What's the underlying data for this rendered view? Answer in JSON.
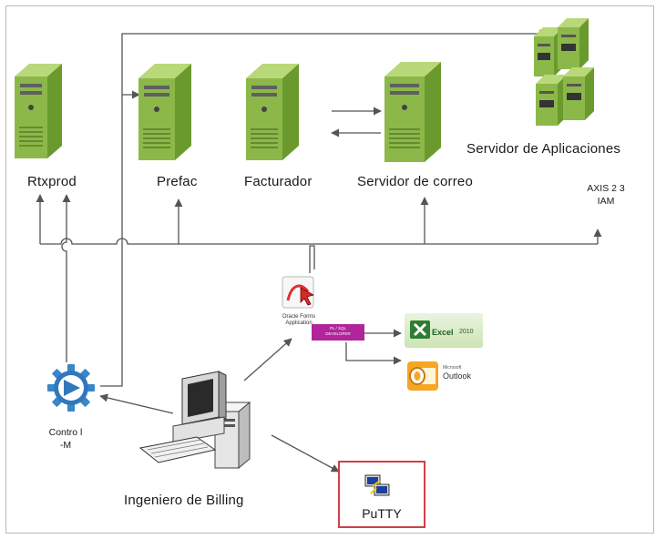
{
  "servers": {
    "rtxprod": "Rtxprod",
    "prefac": "Prefac",
    "facturador": "Facturador",
    "correo": "Servidor de correo",
    "aplicaciones": "Servidor de Aplicaciones"
  },
  "axis_note": {
    "line1": "AXIS 2 3",
    "line2": "IAM"
  },
  "control_m": {
    "line1": "Contro l",
    "line2": "-M"
  },
  "engineer": "Ingeniero de Billing",
  "oracle_forms": {
    "line1": "Oracle Forms",
    "line2": "Application"
  },
  "plsql": {
    "line1": "PL / SQL",
    "line2": "DEVELOPER"
  },
  "excel": {
    "name": "Excel",
    "version": "2010"
  },
  "outlook": {
    "small": "Microsoft",
    "name": "Outlook"
  },
  "putty": "PuTTY",
  "colors": {
    "server_green": "#8cb84a",
    "line": "#555555",
    "putty_border": "#d0404a",
    "plsql_purple": "#b0259a"
  }
}
